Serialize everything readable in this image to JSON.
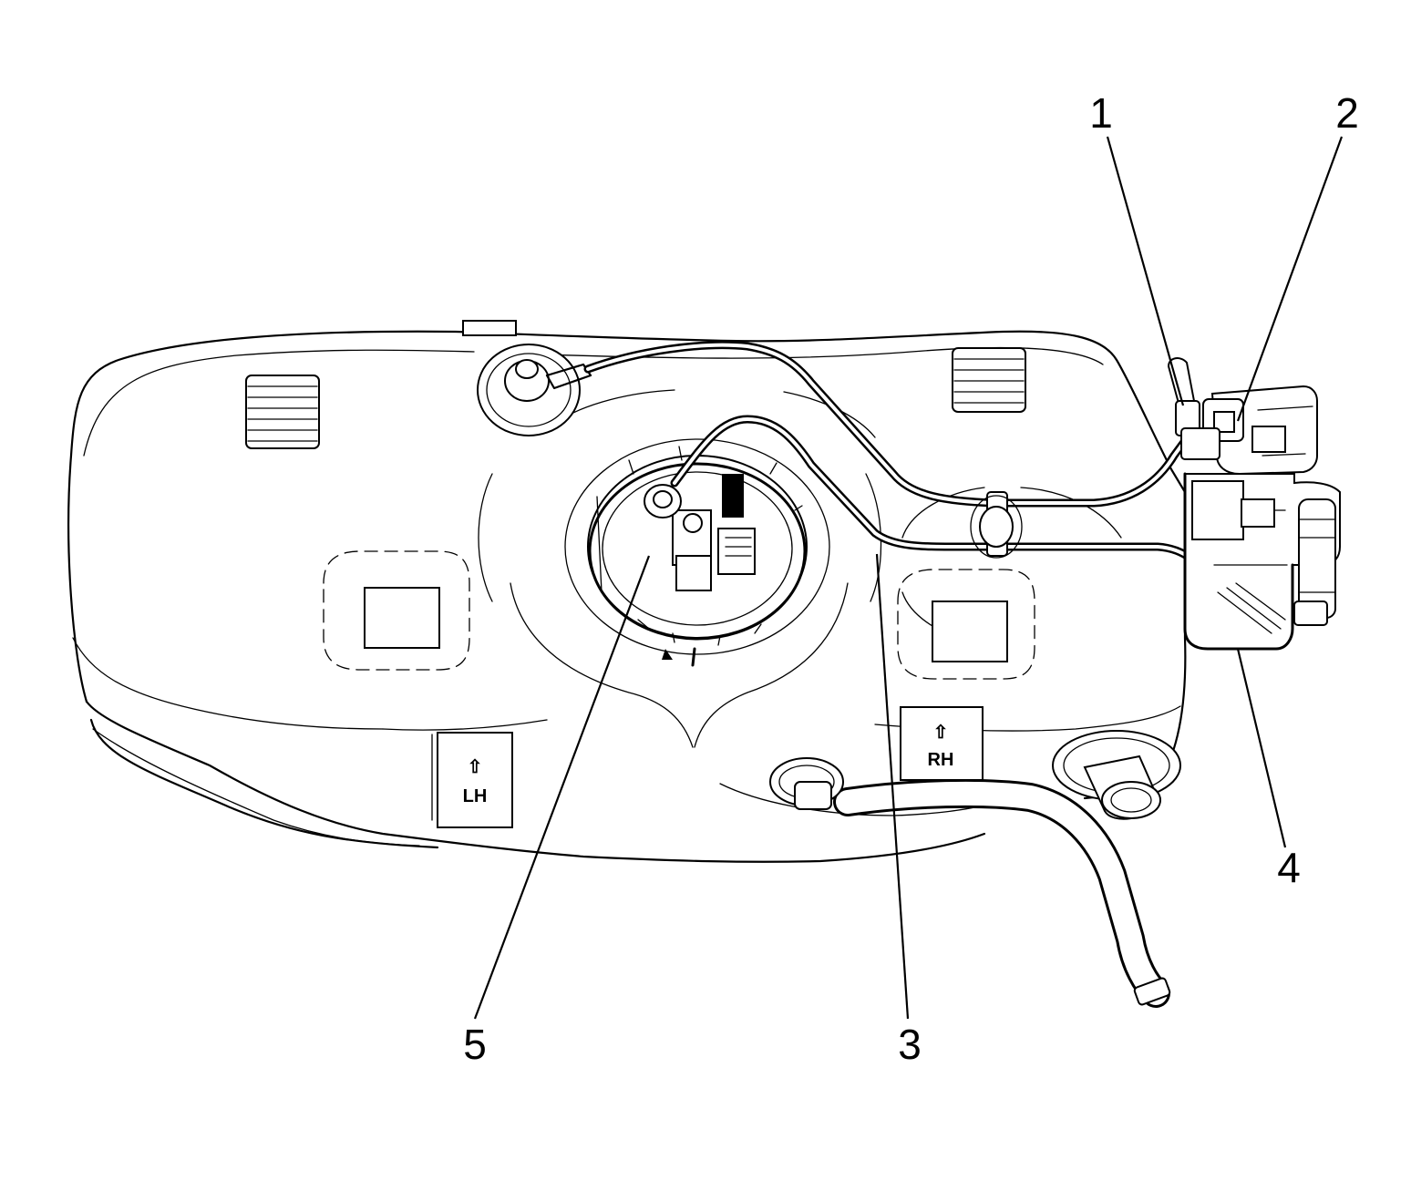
{
  "callouts": [
    {
      "id": "1",
      "label": "1"
    },
    {
      "id": "2",
      "label": "2"
    },
    {
      "id": "3",
      "label": "3"
    },
    {
      "id": "4",
      "label": "4"
    },
    {
      "id": "5",
      "label": "5"
    }
  ],
  "markings": {
    "left_tag": "LH",
    "right_tag": "RH",
    "arrow_glyph": "⇧"
  }
}
